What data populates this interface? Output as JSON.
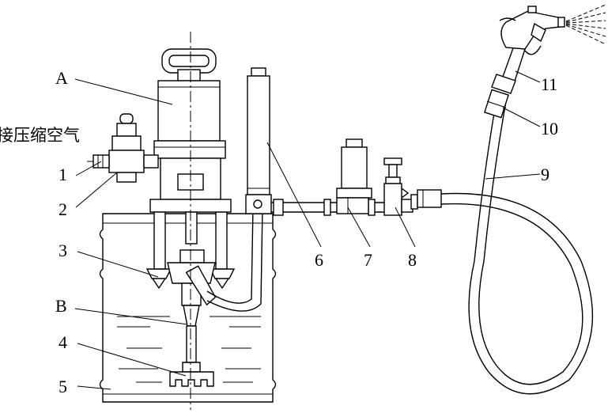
{
  "diagram": {
    "labels": {
      "A": "A",
      "B": "B",
      "n1": "1",
      "n2": "2",
      "n3": "3",
      "n4": "4",
      "n5": "5",
      "n6": "6",
      "n7": "7",
      "n8": "8",
      "n9": "9",
      "n10": "10",
      "n11": "11"
    },
    "air_inlet_text": "接压缩空气"
  }
}
